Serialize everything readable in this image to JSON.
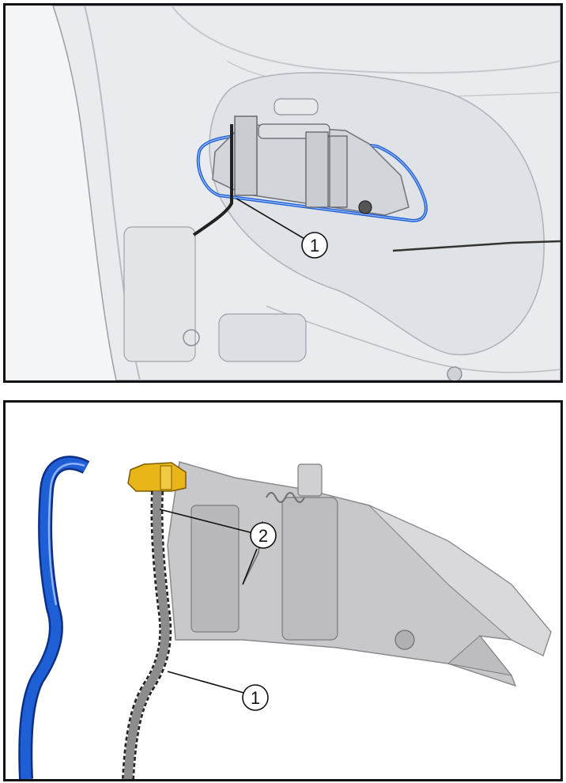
{
  "figures": [
    {
      "callouts": [
        {
          "label": "1"
        }
      ]
    },
    {
      "callouts": [
        {
          "label": "2"
        },
        {
          "label": "1"
        }
      ]
    }
  ],
  "colors": {
    "seal_blue": "#1f5fd6",
    "connector_yellow": "#e8b619",
    "cable_gray": "#8c8c8c",
    "part_gray": "#c8c8ca",
    "frame": "#111111"
  }
}
